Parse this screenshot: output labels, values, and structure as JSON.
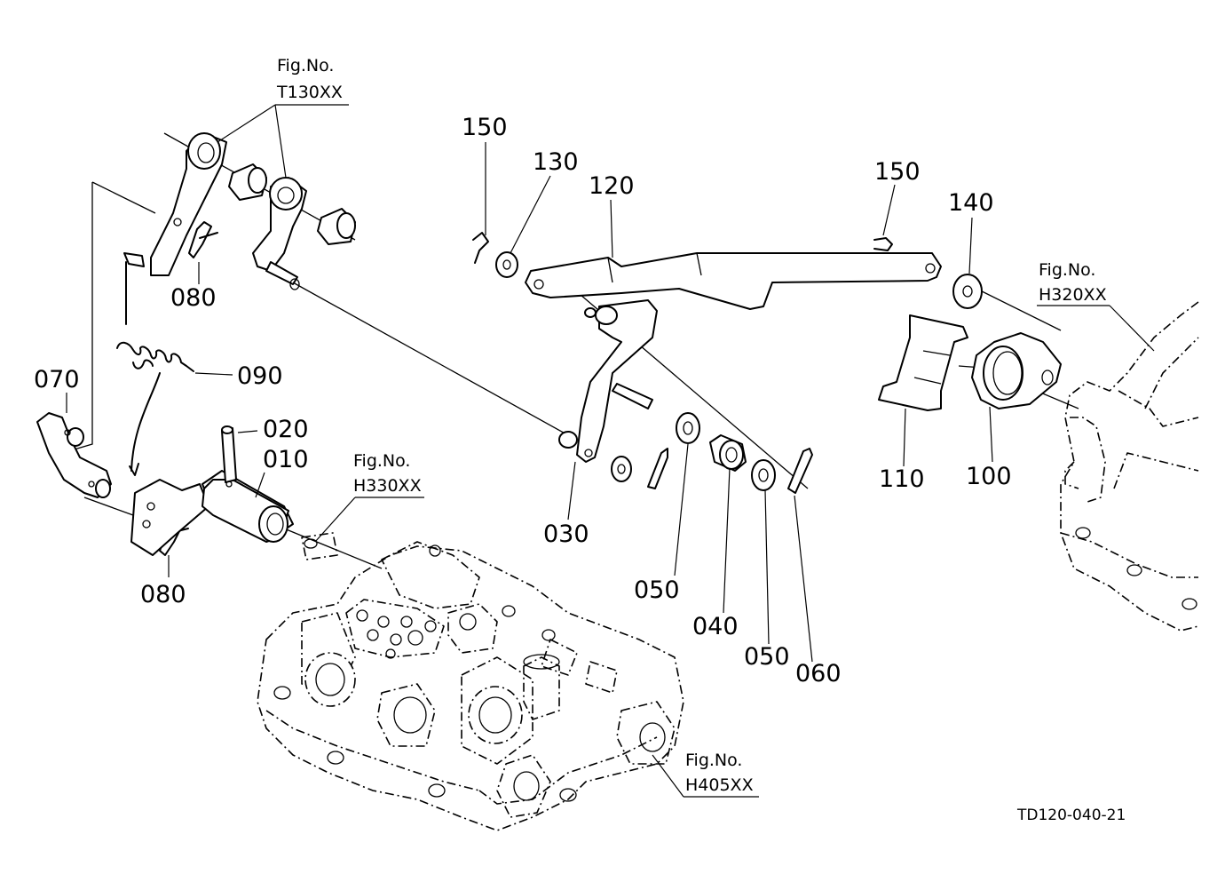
{
  "diagram_code": "TD120-040-21",
  "figure_refs": {
    "t130": {
      "line1": "Fig.No.",
      "line2": "T130XX"
    },
    "h330": {
      "line1": "Fig.No.",
      "line2": "H330XX"
    },
    "h320": {
      "line1": "Fig.No.",
      "line2": "H320XX"
    },
    "h405": {
      "line1": "Fig.No.",
      "line2": "H405XX"
    }
  },
  "parts": {
    "p010": "010",
    "p020": "020",
    "p030": "030",
    "p040": "040",
    "p050a": "050",
    "p050b": "050",
    "p060": "060",
    "p070": "070",
    "p080a": "080",
    "p080b": "080",
    "p090": "090",
    "p100": "100",
    "p110": "110",
    "p120": "120",
    "p130": "130",
    "p140": "140",
    "p150a": "150",
    "p150b": "150"
  }
}
